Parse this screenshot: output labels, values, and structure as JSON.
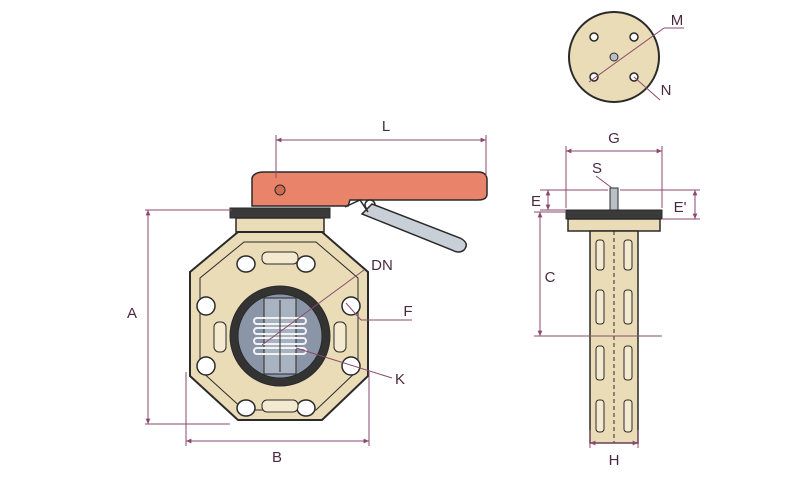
{
  "colors": {
    "dimension_line": "#8a4a6e",
    "label_text": "#4a2a3f",
    "body": "#eadcb6",
    "body_stroke": "#2a2a2a",
    "handle": "#e9836a",
    "disc": "#8a96a8",
    "seat": "#333333",
    "stem": "#b9c0c8"
  },
  "labels": {
    "L": "L",
    "A": "A",
    "B": "B",
    "DN": "DN",
    "F": "F",
    "K": "K",
    "M": "M",
    "N": "N",
    "G": "G",
    "S": "S",
    "E": "E",
    "E_prime": "E'",
    "C": "C",
    "H": "H"
  }
}
